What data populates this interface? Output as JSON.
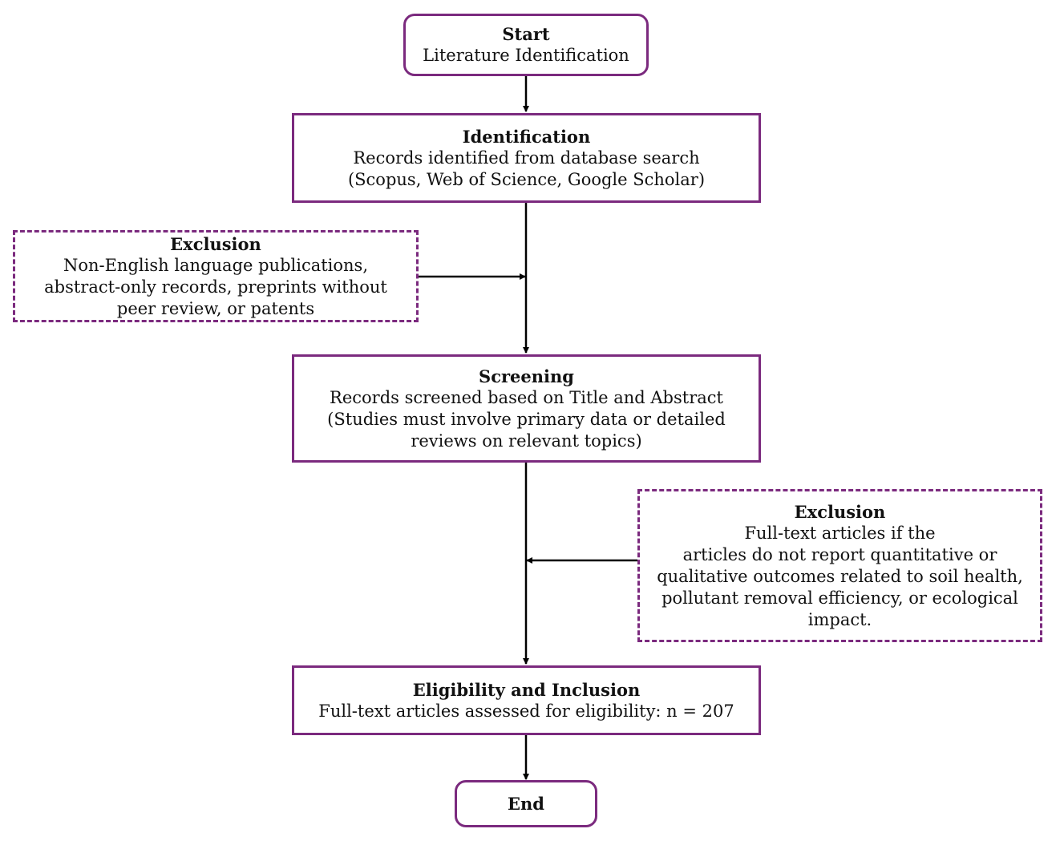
{
  "diagram": {
    "type": "flowchart",
    "border_color": "#7b2a7e",
    "arrow_color": "#000000",
    "nodes": {
      "start": {
        "title": "Start",
        "lines": [
          "Literature Identification"
        ]
      },
      "identification": {
        "title": "Identification",
        "lines": [
          "Records identified from database search",
          "(Scopus, Web of Science, Google Scholar)"
        ]
      },
      "exclusion_1": {
        "title": "Exclusion",
        "lines": [
          "Non-English language publications,",
          "abstract-only records, preprints without",
          "peer review, or patents"
        ]
      },
      "screening": {
        "title": "Screening",
        "lines": [
          "Records screened based on Title and Abstract",
          "(Studies must involve primary data or detailed",
          "reviews on relevant topics)"
        ]
      },
      "exclusion_2": {
        "title": "Exclusion",
        "lines": [
          "Full-text articles if the",
          "articles do not report quantitative or",
          "qualitative outcomes related to soil health,",
          "pollutant removal efficiency, or ecological",
          "impact."
        ]
      },
      "eligibility": {
        "title": "Eligibility and Inclusion",
        "lines": [
          "Full-text articles assessed for eligibility: n = 207"
        ]
      },
      "end": {
        "title": "End",
        "lines": []
      }
    },
    "edges": [
      {
        "from": "start",
        "to": "identification"
      },
      {
        "from": "identification",
        "to": "screening"
      },
      {
        "from": "exclusion_1",
        "to": "identification-screening-line"
      },
      {
        "from": "screening",
        "to": "eligibility"
      },
      {
        "from": "exclusion_2",
        "to": "screening-eligibility-line"
      },
      {
        "from": "eligibility",
        "to": "end"
      }
    ]
  }
}
